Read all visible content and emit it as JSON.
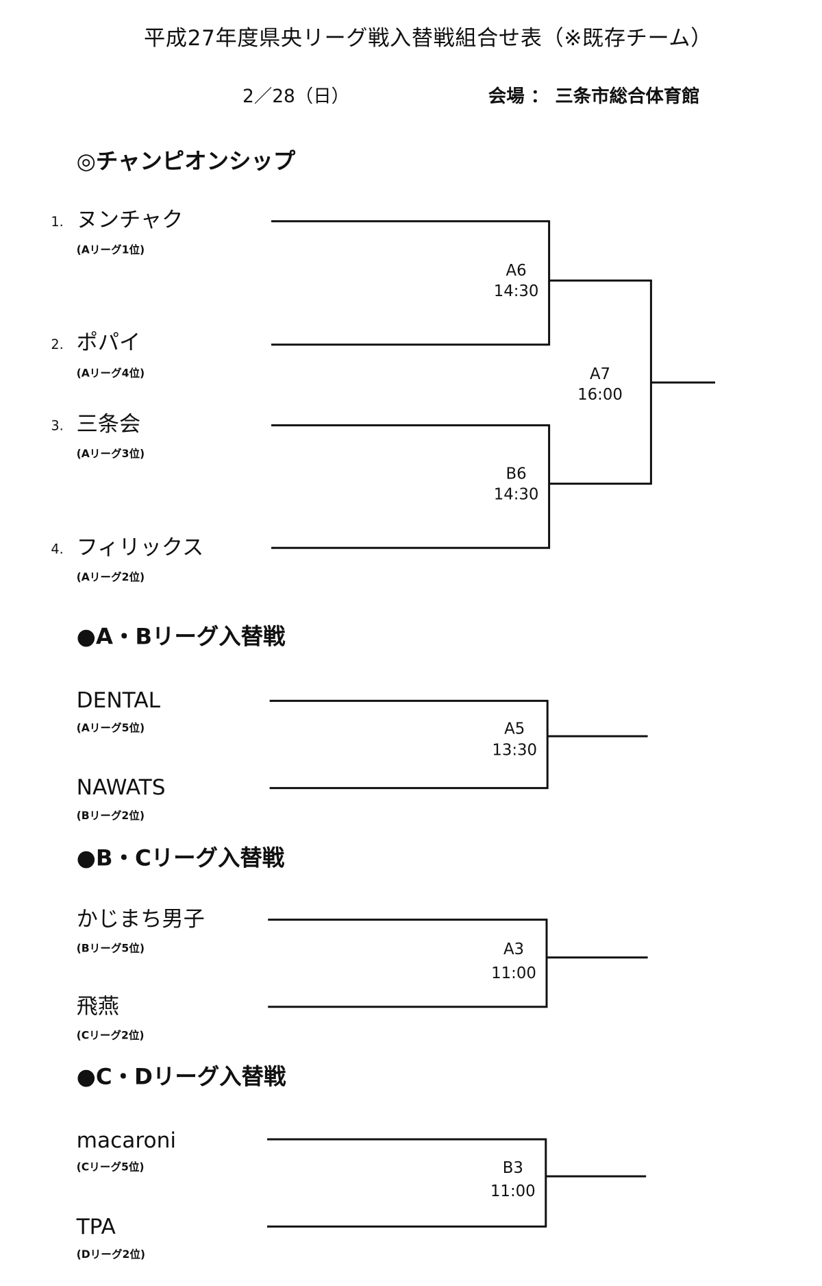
{
  "header": {
    "title": "平成27年度県央リーグ戦入替戦組合せ表（※既存チーム）",
    "date": "2／28（日）",
    "venue": "会場 ： 三条市総合体育館"
  },
  "championship": {
    "heading": "◎チャンピオンシップ",
    "teams": [
      {
        "num": "1.",
        "name": "ヌンチャク",
        "rank": "(Aリーグ1位)"
      },
      {
        "num": "2.",
        "name": "ポパイ",
        "rank": "(Aリーグ4位)"
      },
      {
        "num": "3.",
        "name": "三条会",
        "rank": "(Aリーグ3位)"
      },
      {
        "num": "4.",
        "name": "フィリックス",
        "rank": "(Aリーグ2位)"
      }
    ],
    "matches": [
      {
        "code": "A6",
        "time": "14:30"
      },
      {
        "code": "B6",
        "time": "14:30"
      },
      {
        "code": "A7",
        "time": "16:00"
      }
    ]
  },
  "ab": {
    "heading": "●A・Bリーグ入替戦",
    "teams": [
      {
        "name": "DENTAL",
        "rank": "(Aリーグ5位)"
      },
      {
        "name": "NAWATS",
        "rank": "(Bリーグ2位)"
      }
    ],
    "match": {
      "code": "A5",
      "time": "13:30"
    }
  },
  "bc": {
    "heading": "●B・Cリーグ入替戦",
    "teams": [
      {
        "name": "かじまち男子",
        "rank": "(Bリーグ5位)"
      },
      {
        "name": "飛燕",
        "rank": "(Cリーグ2位)"
      }
    ],
    "match": {
      "code": "A3",
      "time": "11:00"
    }
  },
  "cd": {
    "heading": "●C・Dリーグ入替戦",
    "teams": [
      {
        "name": "macaroni",
        "rank": "(Cリーグ5位)"
      },
      {
        "name": "TPA",
        "rank": "(Dリーグ2位)"
      }
    ],
    "match": {
      "code": "B3",
      "time": "11:00"
    }
  }
}
